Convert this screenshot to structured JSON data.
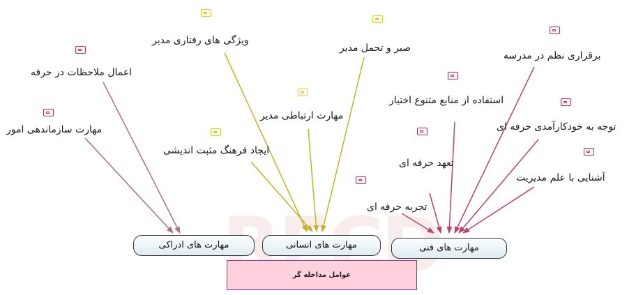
{
  "watermark": {
    "text": "RECD"
  },
  "categories": {
    "cognitive": "مهارت های ادراکی",
    "human": "مهارت های انسانی",
    "technical": "مهارت های فنی"
  },
  "factor_box": {
    "text": "عوامل مداخله گر"
  },
  "items": [
    {
      "text": "اعمال ملاحظات در حرفه",
      "icon": "code-icon",
      "color": "#a1395c",
      "target": "cognitive"
    },
    {
      "text": "مهارت سازماندهی امور",
      "icon": "code-icon",
      "color": "#a1395c",
      "target": "cognitive"
    },
    {
      "text": "ویژگی های رفتاری مدیر",
      "icon": "code-icon",
      "color": "#d6cc3a",
      "target": "human"
    },
    {
      "text": "صبر و تحمل مدیر",
      "icon": "code-icon",
      "color": "#d6cc3a",
      "target": "human"
    },
    {
      "text": "مهارت ارتباطی مدیر",
      "icon": "code-icon",
      "color": "#d6cc3a",
      "target": "human"
    },
    {
      "text": "ایجاد فرهنگ مثبت اندیشی",
      "icon": "code-icon",
      "color": "#d6cc3a",
      "target": "human"
    },
    {
      "text": "برقراری نظم در مدرسه",
      "icon": "code-icon",
      "color": "#a1395c",
      "target": "technical"
    },
    {
      "text": "استفاده از منابع متنوع اختیار",
      "icon": "code-icon",
      "color": "#a1395c",
      "target": "technical"
    },
    {
      "text": "توجه به خودکارآمدی حرفه ای",
      "icon": "code-icon",
      "color": "#a1395c",
      "target": "technical"
    },
    {
      "text": "تعهد حرفه ای",
      "icon": "code-icon",
      "color": "#a1395c",
      "target": "technical"
    },
    {
      "text": "آشنایی با علم مدیریت",
      "icon": "code-icon",
      "color": "#a1395c",
      "target": "technical"
    },
    {
      "text": "تجربه حرفه ای",
      "icon": "code-icon",
      "color": "#a1395c",
      "target": "technical"
    }
  ]
}
